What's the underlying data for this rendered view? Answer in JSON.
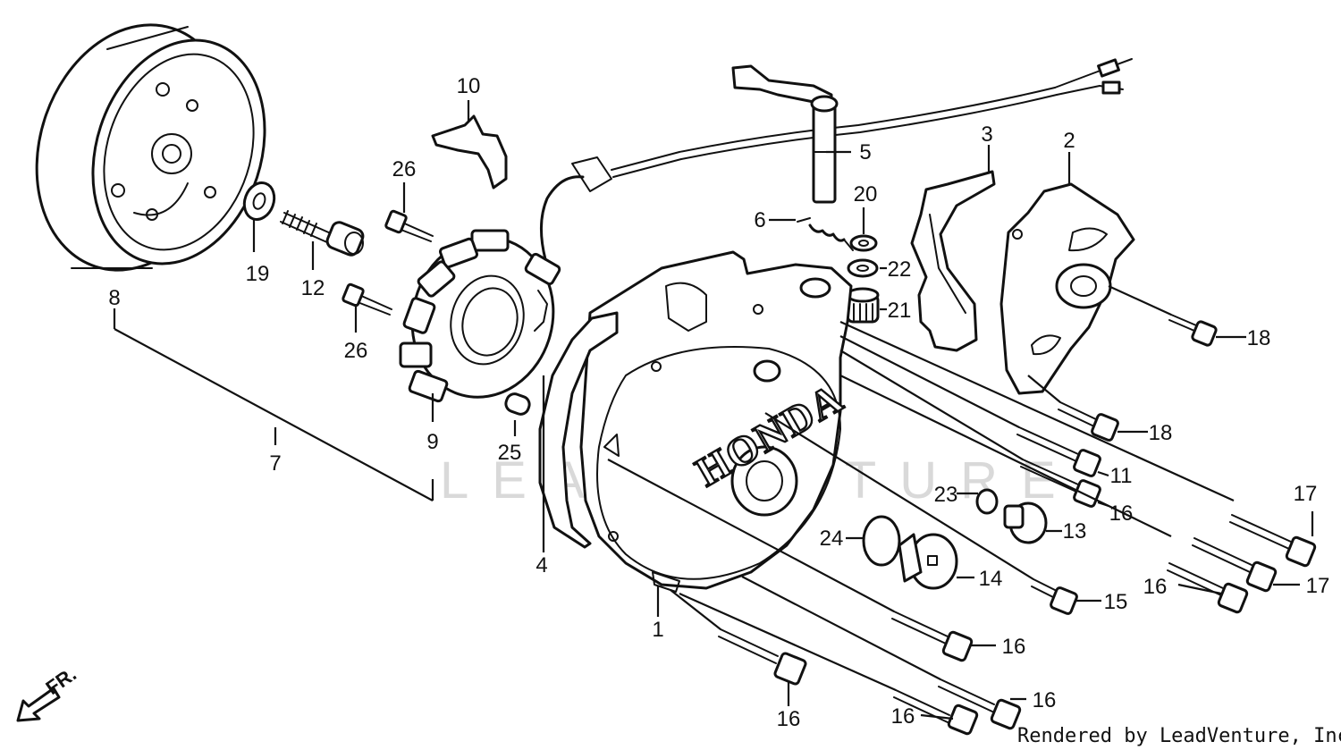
{
  "diagram": {
    "cover_logo_text": "HONDA",
    "watermark_text": "LEADVENTURE",
    "direction_label": "FR.",
    "footer_credit": "Rendered by LeadVenture, Inc."
  },
  "callouts": [
    {
      "id": "c1",
      "label": "1"
    },
    {
      "id": "c2",
      "label": "2"
    },
    {
      "id": "c3",
      "label": "3"
    },
    {
      "id": "c4",
      "label": "4"
    },
    {
      "id": "c5",
      "label": "5"
    },
    {
      "id": "c6",
      "label": "6"
    },
    {
      "id": "c7",
      "label": "7"
    },
    {
      "id": "c8",
      "label": "8"
    },
    {
      "id": "c9",
      "label": "9"
    },
    {
      "id": "c10",
      "label": "10"
    },
    {
      "id": "c11",
      "label": "11"
    },
    {
      "id": "c12",
      "label": "12"
    },
    {
      "id": "c13",
      "label": "13"
    },
    {
      "id": "c14",
      "label": "14"
    },
    {
      "id": "c15",
      "label": "15"
    },
    {
      "id": "c16a",
      "label": "16"
    },
    {
      "id": "c16b",
      "label": "16"
    },
    {
      "id": "c16c",
      "label": "16"
    },
    {
      "id": "c16d",
      "label": "16"
    },
    {
      "id": "c16e",
      "label": "16"
    },
    {
      "id": "c16f",
      "label": "16"
    },
    {
      "id": "c17a",
      "label": "17"
    },
    {
      "id": "c17b",
      "label": "17"
    },
    {
      "id": "c18a",
      "label": "18"
    },
    {
      "id": "c18b",
      "label": "18"
    },
    {
      "id": "c19",
      "label": "19"
    },
    {
      "id": "c20",
      "label": "20"
    },
    {
      "id": "c21",
      "label": "21"
    },
    {
      "id": "c22",
      "label": "22"
    },
    {
      "id": "c23",
      "label": "23"
    },
    {
      "id": "c24",
      "label": "24"
    },
    {
      "id": "c25",
      "label": "25"
    },
    {
      "id": "c26a",
      "label": "26"
    },
    {
      "id": "c26b",
      "label": "26"
    }
  ]
}
